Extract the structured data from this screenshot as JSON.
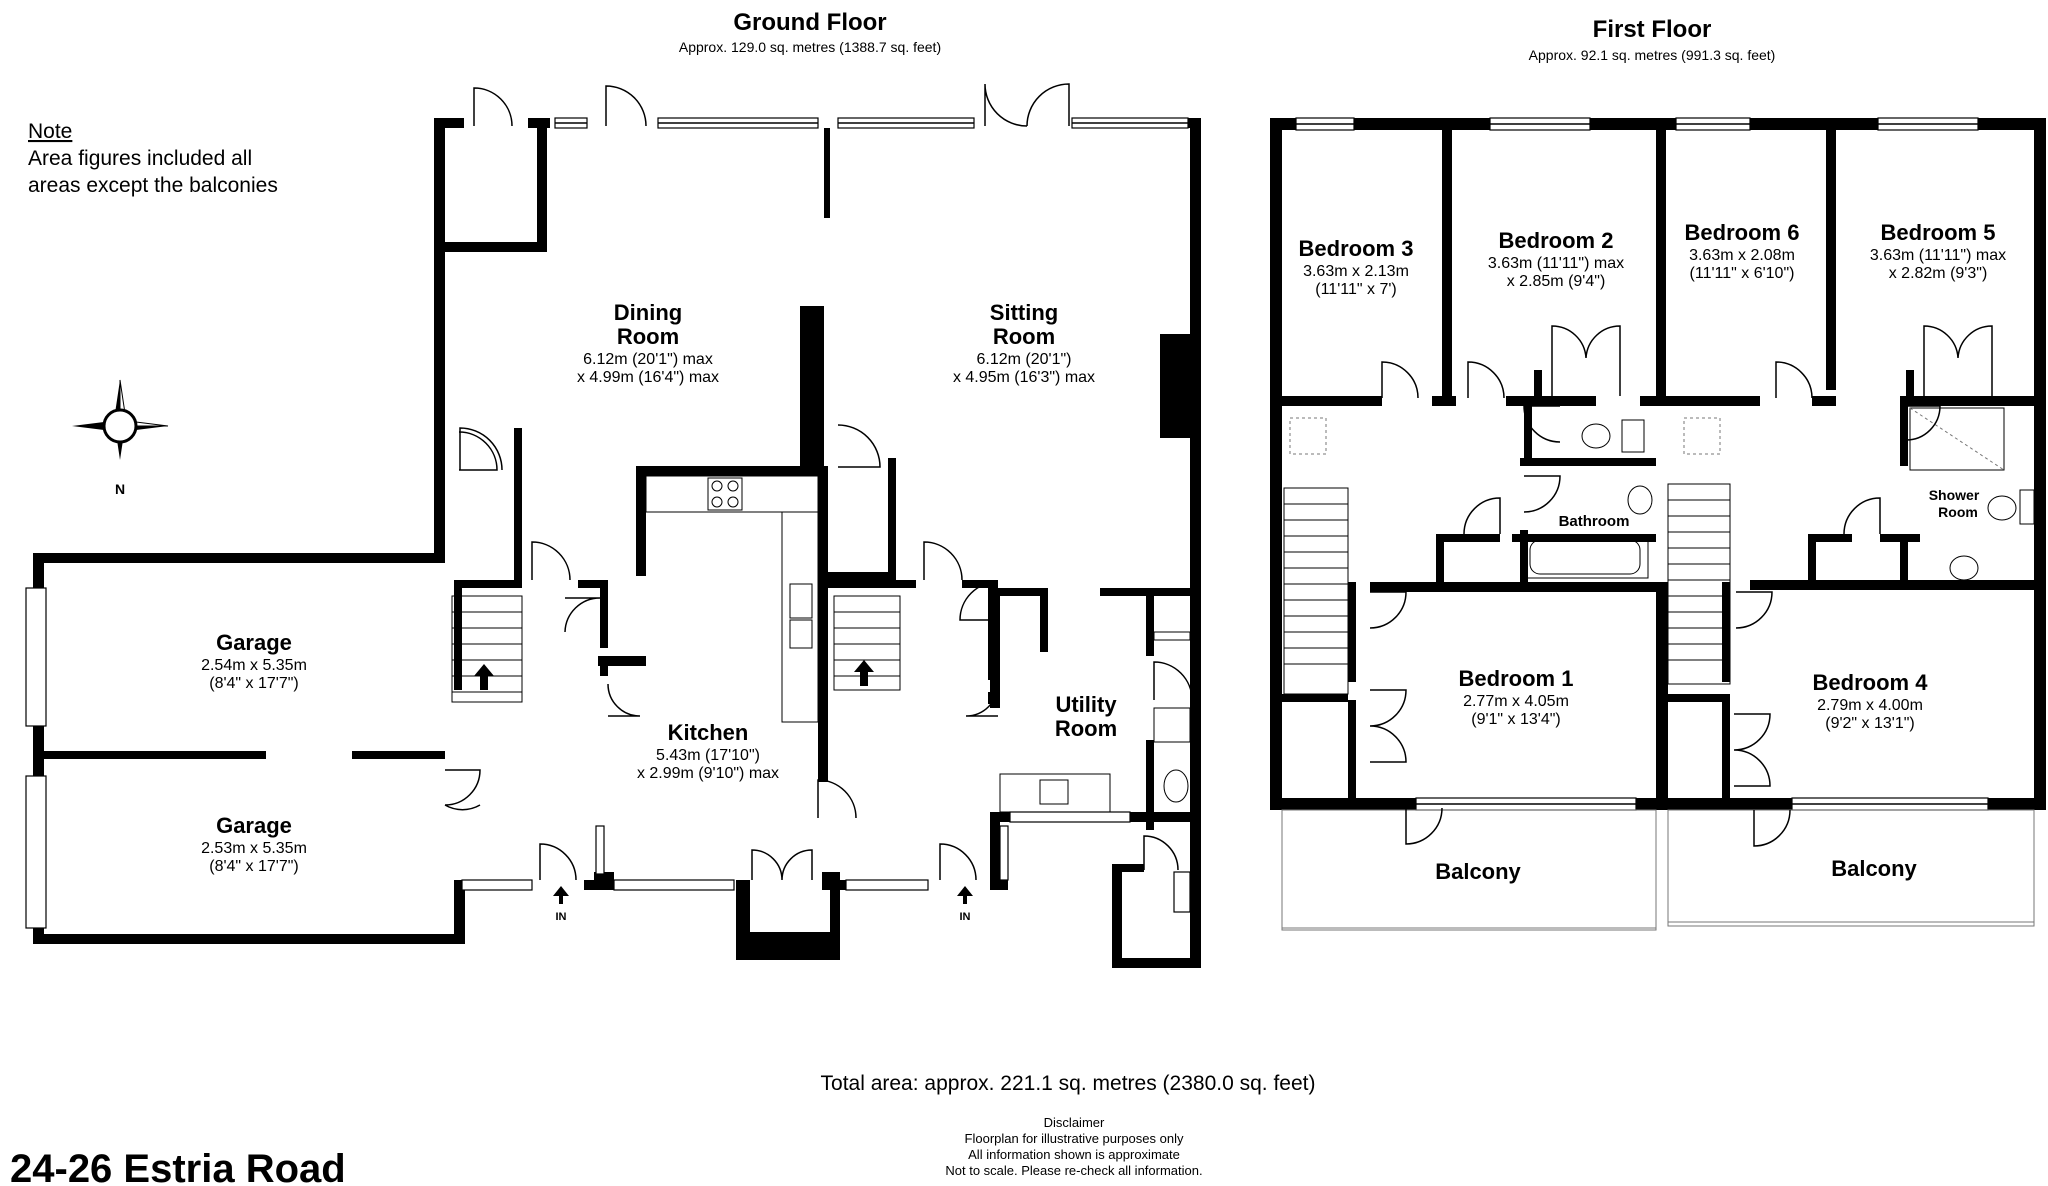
{
  "ground_floor": {
    "title": "Ground Floor",
    "area": "Approx. 129.0 sq. metres (1388.7 sq. feet)"
  },
  "first_floor": {
    "title": "First Floor",
    "area": "Approx. 92.1 sq. metres (991.3 sq. feet)"
  },
  "note": {
    "heading": "Note",
    "line1": "Area figures included all",
    "line2": "areas except the balconies"
  },
  "compass": {
    "label": "N",
    "icon": "compass-rose-icon"
  },
  "rooms": {
    "dining": {
      "name1": "Dining",
      "name2": "Room",
      "dim1": "6.12m (20'1\") max",
      "dim2": "x 4.99m (16'4\") max"
    },
    "sitting": {
      "name1": "Sitting",
      "name2": "Room",
      "dim1": "6.12m (20'1\")",
      "dim2": "x 4.95m (16'3\") max"
    },
    "kitchen": {
      "name": "Kitchen",
      "dim1": "5.43m (17'10\")",
      "dim2": "x 2.99m (9'10\") max"
    },
    "utility": {
      "name1": "Utility",
      "name2": "Room"
    },
    "garage1": {
      "name": "Garage",
      "dim1": "2.54m x 5.35m",
      "dim2": "(8'4\" x 17'7\")"
    },
    "garage2": {
      "name": "Garage",
      "dim1": "2.53m x 5.35m",
      "dim2": "(8'4\" x 17'7\")"
    },
    "bedroom3": {
      "name": "Bedroom 3",
      "dim1": "3.63m x 2.13m",
      "dim2": "(11'11\" x 7')"
    },
    "bedroom2": {
      "name": "Bedroom 2",
      "dim1": "3.63m (11'11\") max",
      "dim2": "x 2.85m (9'4\")"
    },
    "bedroom6": {
      "name": "Bedroom 6",
      "dim1": "3.63m x 2.08m",
      "dim2": "(11'11\" x 6'10\")"
    },
    "bedroom5": {
      "name": "Bedroom 5",
      "dim1": "3.63m (11'11\") max",
      "dim2": "x 2.82m (9'3\")"
    },
    "bedroom1": {
      "name": "Bedroom 1",
      "dim1": "2.77m x 4.05m",
      "dim2": "(9'1\" x 13'4\")"
    },
    "bedroom4": {
      "name": "Bedroom 4",
      "dim1": "2.79m x 4.00m",
      "dim2": "(9'2\" x 13'1\")"
    },
    "bathroom": {
      "name": "Bathroom"
    },
    "shower": {
      "name1": "Shower",
      "name2": "Room"
    },
    "balcony1": {
      "name": "Balcony"
    },
    "balcony2": {
      "name": "Balcony"
    }
  },
  "entrances": {
    "in1": "IN",
    "in2": "IN"
  },
  "total_area": "Total area: approx. 221.1 sq. metres (2380.0 sq. feet)",
  "disclaimer": {
    "heading": "Disclaimer",
    "line1": "Floorplan for illustrative purposes only",
    "line2": "All information shown is approximate",
    "line3": "Not to scale. Please re-check all information."
  },
  "address": "24-26 Estria Road"
}
